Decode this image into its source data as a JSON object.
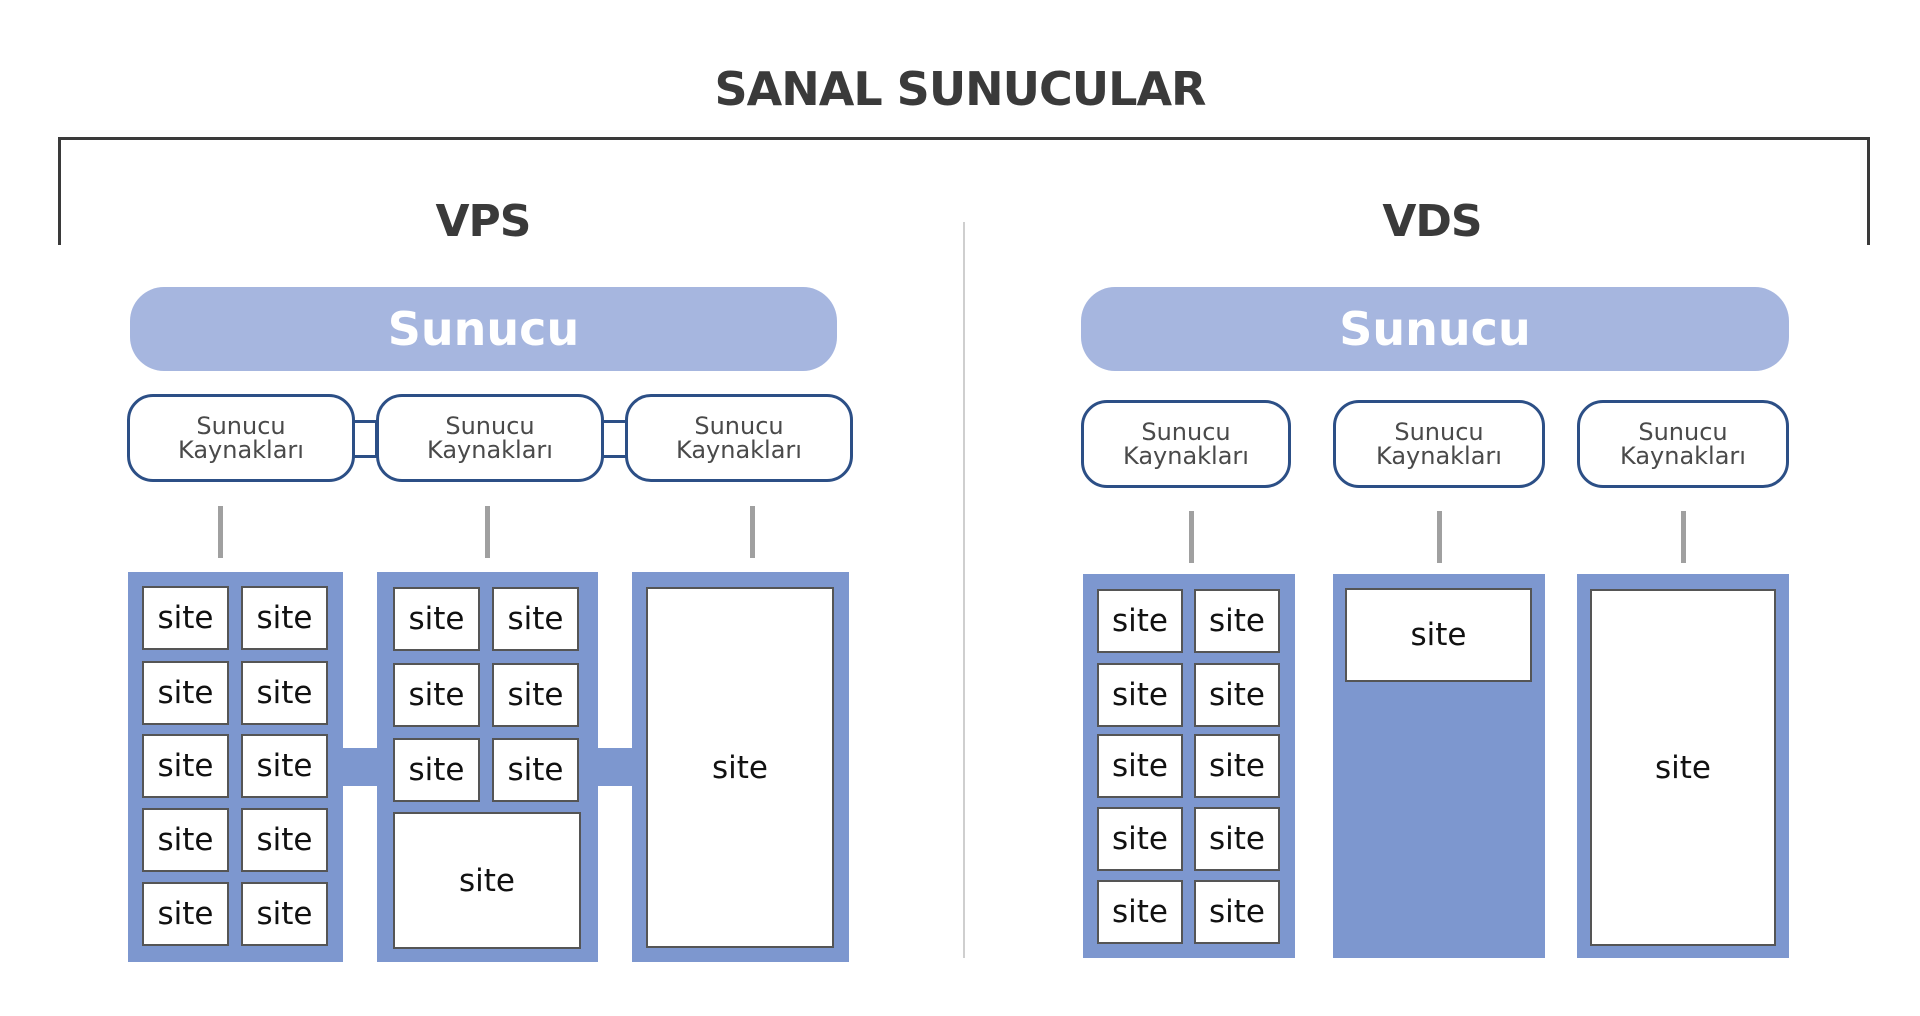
{
  "title": "SANAL SUNUCULAR",
  "colors": {
    "text_dark": "#3a3a3a",
    "server_pill": "#a6b6df",
    "resource_border": "#2c4f86",
    "group_fill": "#7d97cf",
    "stem": "#a0a0a0"
  },
  "vps": {
    "title": "VPS",
    "server_label": "Sunucu",
    "resources": [
      {
        "line1": "Sunucu",
        "line2": "Kaynakları"
      },
      {
        "line1": "Sunucu",
        "line2": "Kaynakları"
      },
      {
        "line1": "Sunucu",
        "line2": "Kaynakları"
      }
    ],
    "site_label": "site"
  },
  "vds": {
    "title": "VDS",
    "server_label": "Sunucu",
    "resources": [
      {
        "line1": "Sunucu",
        "line2": "Kaynakları"
      },
      {
        "line1": "Sunucu",
        "line2": "Kaynakları"
      },
      {
        "line1": "Sunucu",
        "line2": "Kaynakları"
      }
    ],
    "site_label": "site"
  }
}
